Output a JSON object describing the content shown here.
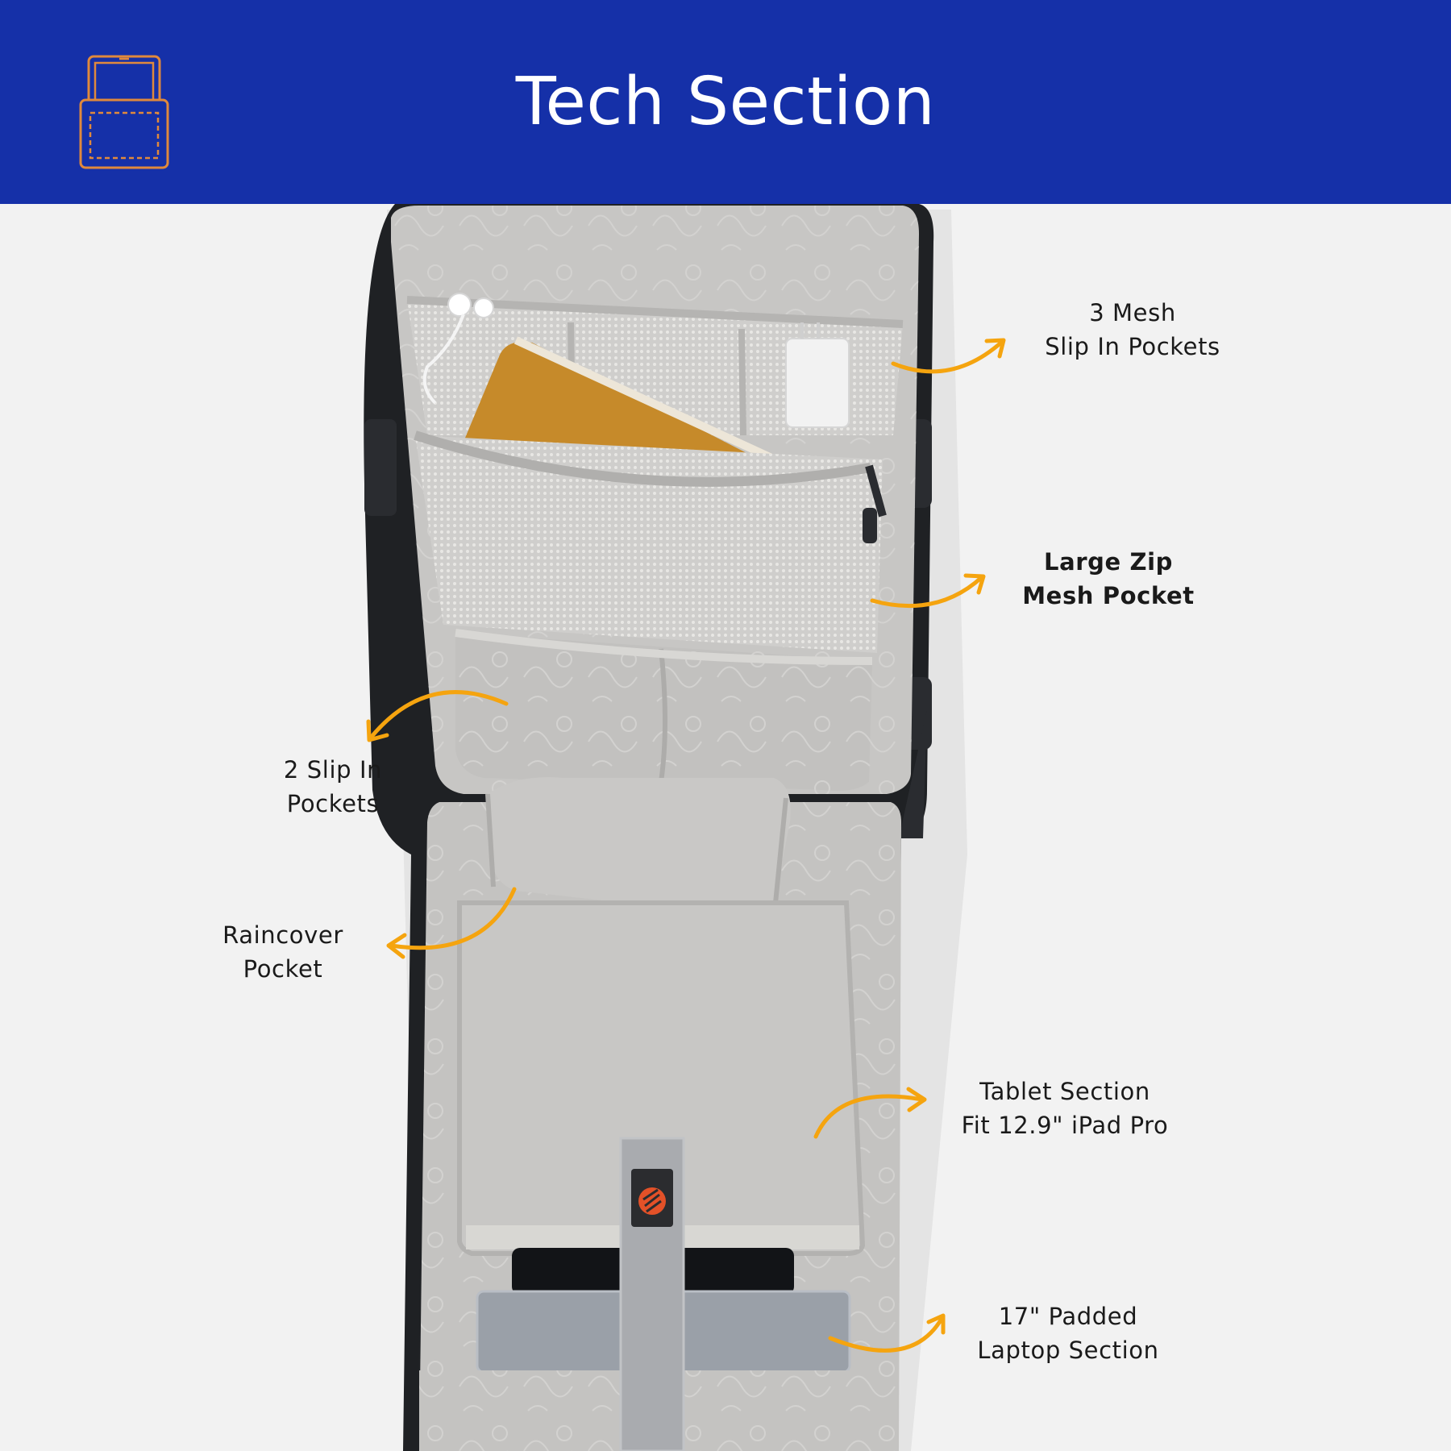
{
  "header": {
    "title": "Tech Section",
    "icon": "backpack-tech-compartment-icon",
    "background_color": "#1530a8",
    "icon_color": "#e0893c"
  },
  "callouts": [
    {
      "id": "mesh-slip-pockets",
      "lines": [
        "3 Mesh",
        "Slip In Pockets"
      ],
      "bold": false
    },
    {
      "id": "large-zip-mesh-pocket",
      "lines": [
        "Large Zip",
        "Mesh Pocket"
      ],
      "bold": true
    },
    {
      "id": "two-slip-in-pockets",
      "lines": [
        "2 Slip In",
        "Pockets"
      ],
      "bold": false
    },
    {
      "id": "raincover-pocket",
      "lines": [
        "Raincover",
        "Pocket"
      ],
      "bold": false
    },
    {
      "id": "tablet-section",
      "lines": [
        "Tablet Section",
        "Fit 12.9\" iPad Pro"
      ],
      "bold": false
    },
    {
      "id": "laptop-section",
      "lines": [
        "17\" Padded",
        "Laptop Section"
      ],
      "bold": false
    }
  ],
  "arrow_color": "#f5a40f"
}
